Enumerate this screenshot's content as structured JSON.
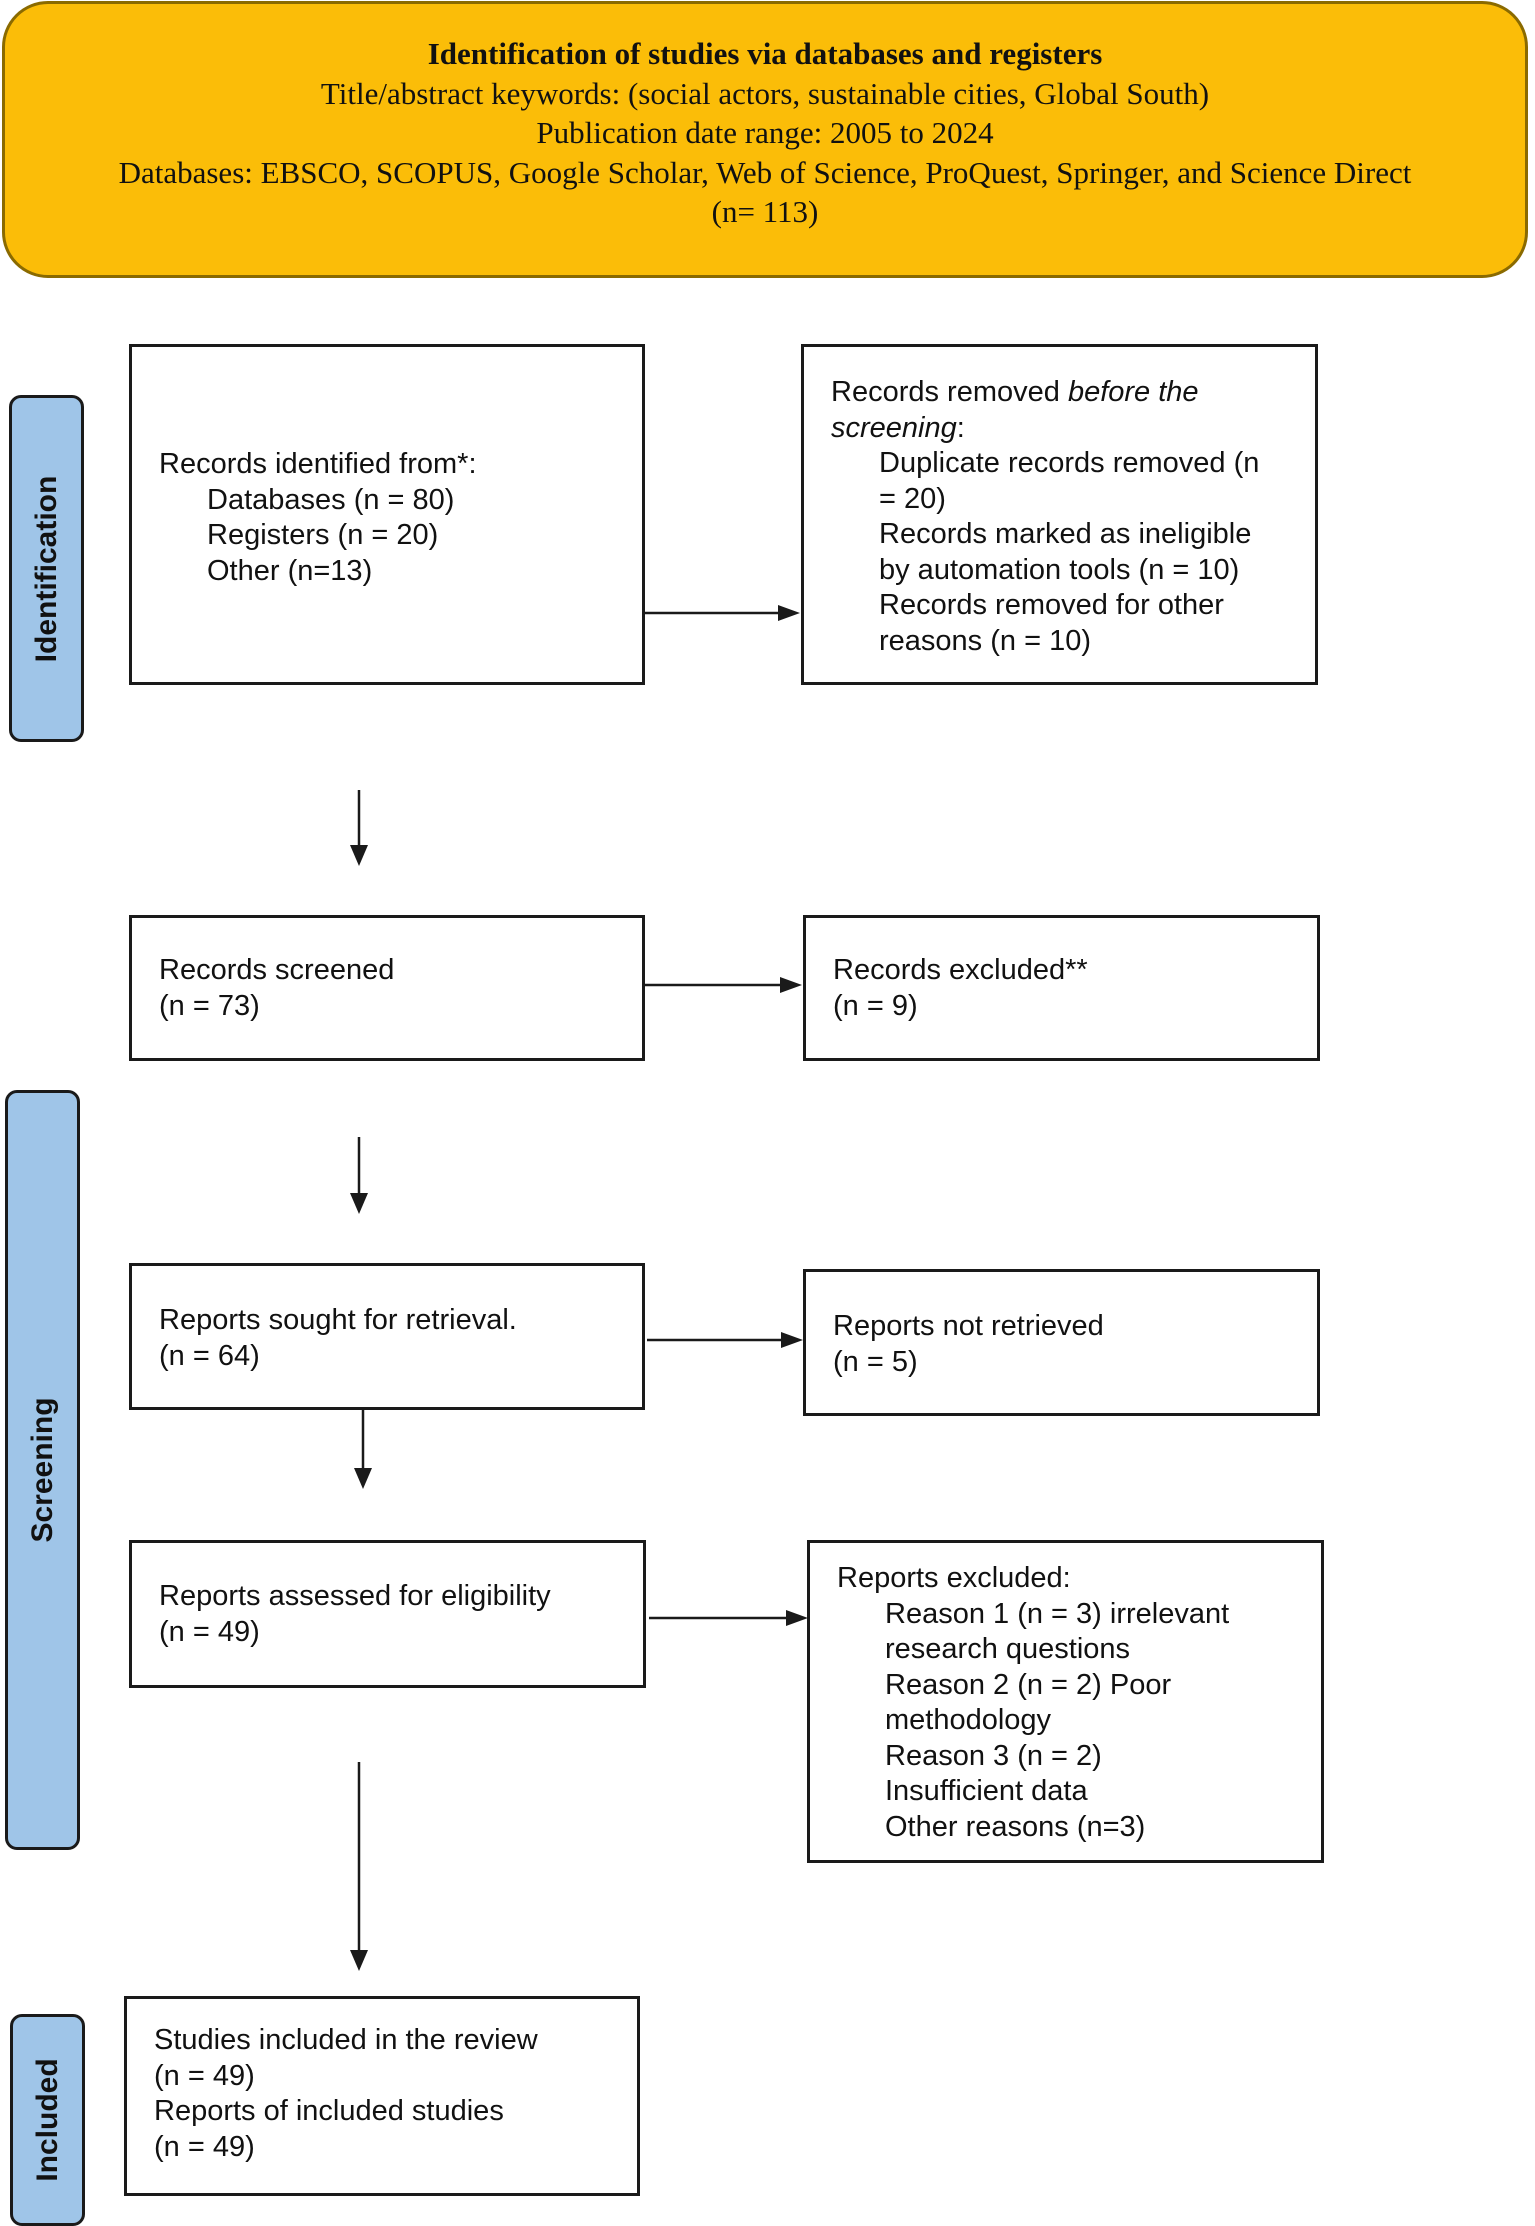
{
  "colors": {
    "header_fill": "#fbbd08",
    "stage_fill": "#9fc5e8",
    "line": "#1a1a1a"
  },
  "header": {
    "title": "Identification of studies via databases and registers",
    "keywords": "Title/abstract keywords: (social actors, sustainable cities, Global South)",
    "date_range": "Publication date range: 2005 to 2024",
    "databases": "Databases: EBSCO, SCOPUS, Google Scholar, Web of Science, ProQuest, Springer, and Science Direct",
    "count": "(n= 113)"
  },
  "stages": {
    "identification": "Identification",
    "screening": "Screening",
    "included": "Included"
  },
  "identified": {
    "heading": "Records identified from*:",
    "databases": "Databases (n = 80)",
    "registers": "Registers (n = 20)",
    "other": "Other (n=13)"
  },
  "removed": {
    "heading_plain": "Records removed ",
    "heading_italic_1": "before the",
    "heading_italic_2": "screening",
    "heading_colon": ":",
    "lines": [
      "Duplicate records removed (n",
      "= 20)",
      "Records marked as ineligible",
      "by automation tools (n = 10)",
      "Records removed for other",
      "reasons (n = 10)"
    ]
  },
  "screened": {
    "label": "Records screened",
    "count": "(n = 73)"
  },
  "excluded": {
    "label": "Records excluded**",
    "count": "(n = 9)"
  },
  "sought": {
    "label": "Reports sought for retrieval.",
    "count": "(n = 64)"
  },
  "not_retrieved": {
    "label": "Reports not retrieved",
    "count": "(n = 5)"
  },
  "assessed": {
    "label": "Reports assessed for eligibility",
    "count": "(n = 49)"
  },
  "reports_excluded": {
    "heading": "Reports excluded:",
    "lines": [
      "Reason 1 (n = 3) irrelevant",
      "research questions",
      "Reason 2 (n = 2) Poor",
      "methodology",
      "Reason 3 (n = 2)",
      "Insufficient data",
      "Other reasons (n=3)"
    ]
  },
  "included_box": {
    "studies_label": "Studies included in the review",
    "studies_count": "(n = 49)",
    "reports_label": "Reports of included studies",
    "reports_count": "(n = 49)"
  }
}
